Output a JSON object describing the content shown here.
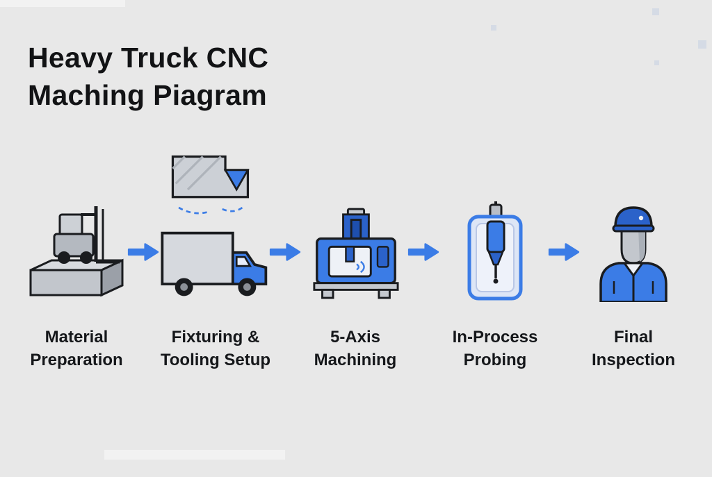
{
  "title": {
    "line1": "Heavy Truck CNC",
    "line2": "Maching Piagram"
  },
  "steps": [
    {
      "id": "material-preparation",
      "line1": "Material",
      "line2": "Preparation",
      "icon": "forklift-pallet-icon"
    },
    {
      "id": "fixturing-tooling-setup",
      "line1": "Fixturing &",
      "line2": "Tooling Setup",
      "icon": "fixture-and-truck-icon"
    },
    {
      "id": "five-axis-machining",
      "line1": "5-Axis",
      "line2": "Machining",
      "icon": "cnc-machine-icon"
    },
    {
      "id": "in-process-probing",
      "line1": "In-Process",
      "line2": "Probing",
      "icon": "touch-probe-icon"
    },
    {
      "id": "final-inspection",
      "line1": "Final",
      "line2": "Inspection",
      "icon": "inspector-worker-icon"
    }
  ],
  "colors": {
    "background": "#e8e8e8",
    "accent_blue": "#3b7ce6",
    "dark_blue": "#2b62c9",
    "icon_gray": "#c6cad0",
    "outline": "#1a1c1f",
    "text": "#15171a"
  }
}
